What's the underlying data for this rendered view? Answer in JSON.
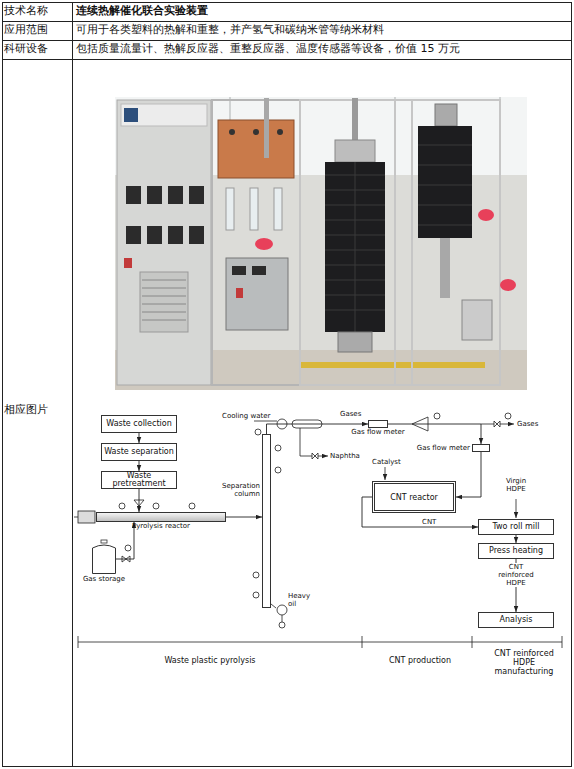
{
  "diagram": {
    "nodes": [
      {
        "text": [
          "Waste collection"
        ]
      },
      {
        "text": [
          "Waste separation"
        ]
      },
      {
        "text": [
          "Waste pretreatment"
        ]
      },
      {
        "text": [
          "Pyrolysis reactor"
        ]
      },
      {
        "text": [
          "Gas storage"
        ]
      },
      {
        "text": [
          "Separation column"
        ]
      },
      {
        "text": [
          "Gas flow meter"
        ]
      },
      {
        "text": [
          "Gas flow meter"
        ]
      },
      {
        "text": [
          "CNT reactor"
        ]
      },
      {
        "text": [
          "Two roll mill"
        ]
      },
      {
        "text": [
          "Press heating"
        ]
      },
      {
        "text": [
          "Analysis"
        ]
      }
    ],
    "edges": [
      {
        "from": 0,
        "to": 1,
        "arrow": "to"
      },
      {
        "from": 1,
        "to": 2,
        "arrow": "to"
      },
      {
        "from": 2,
        "to": 3,
        "arrow": "to"
      },
      {
        "from": 4,
        "to": 3,
        "arrow": "to"
      },
      {
        "from": 3,
        "to": 5,
        "arrow": "to"
      },
      {
        "from": 5,
        "to": 6,
        "arrow": "to"
      },
      {
        "from": 6,
        "to": 7,
        "arrow": "to"
      },
      {
        "from": 7,
        "to": 8,
        "arrow": "to"
      },
      {
        "from": 8,
        "to": 9,
        "label": "CNT",
        "arrow": "to"
      },
      {
        "from": 9,
        "to": 10,
        "arrow": "to"
      },
      {
        "from": 10,
        "to": 11,
        "arrow": "to"
      }
    ],
    "labels": [
      "技术名称",
      "连续热解催化联合实验装置",
      "应用范围",
      "可用于各类塑料的热解和重整，并产氢气和碳纳米管等纳米材料",
      "科研设备",
      "包括质量流量计、热解反应器、重整反应器、温度传感器等设备，价值 15 万元",
      "相应图片",
      "Cooling water",
      "Gases",
      "Gases",
      "Naphtha",
      "Catalyst",
      "Virgin HDPE",
      "CNT reinforced HDPE",
      "Heavy oil",
      "Waste plastic pyrolysis",
      "CNT production",
      "CNT reinforced HDPE manufacturing"
    ]
  }
}
